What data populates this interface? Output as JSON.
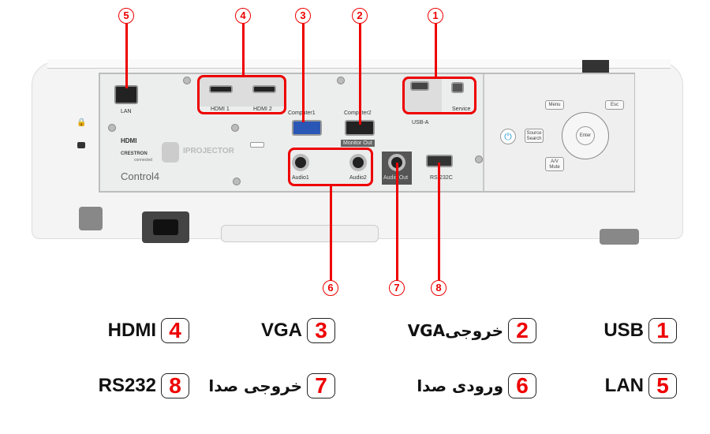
{
  "callouts": {
    "c1": "1",
    "c2": "2",
    "c3": "3",
    "c4": "4",
    "c5": "5",
    "c6": "6",
    "c7": "7",
    "c8": "8"
  },
  "panel": {
    "lan": "LAN",
    "hdmi1": "HDMI 1",
    "hdmi2": "HDMI 2",
    "computer1": "Computer1",
    "computer2": "Computer2",
    "monitor_out": "Monitor Out",
    "audio1": "Audio1",
    "audio2": "Audio2",
    "audio_out": "Audio Out",
    "rs232c": "RS-232C",
    "usb_a": "USB-A",
    "service": "Service",
    "hdmi_logo": "HDMI",
    "crestron": "CRESTRON",
    "crestron_sub": "connected",
    "control4": "Control4",
    "watermark": "IPROJECTOR"
  },
  "controls": {
    "menu": "Menu",
    "esc": "Esc",
    "source_search": "Source Search",
    "av_mute": "A/V Mute",
    "enter": "Enter",
    "power_icon": "power-icon"
  },
  "legend": [
    {
      "num": "1",
      "label": "USB"
    },
    {
      "num": "2",
      "label": "خروجیVGA"
    },
    {
      "num": "3",
      "label": "VGA"
    },
    {
      "num": "4",
      "label": "HDMI"
    },
    {
      "num": "5",
      "label": "LAN"
    },
    {
      "num": "6",
      "label": "ورودی صدا"
    },
    {
      "num": "7",
      "label": "خروجی صدا"
    },
    {
      "num": "8",
      "label": "RS232"
    }
  ],
  "colors": {
    "accent": "#e00000"
  }
}
